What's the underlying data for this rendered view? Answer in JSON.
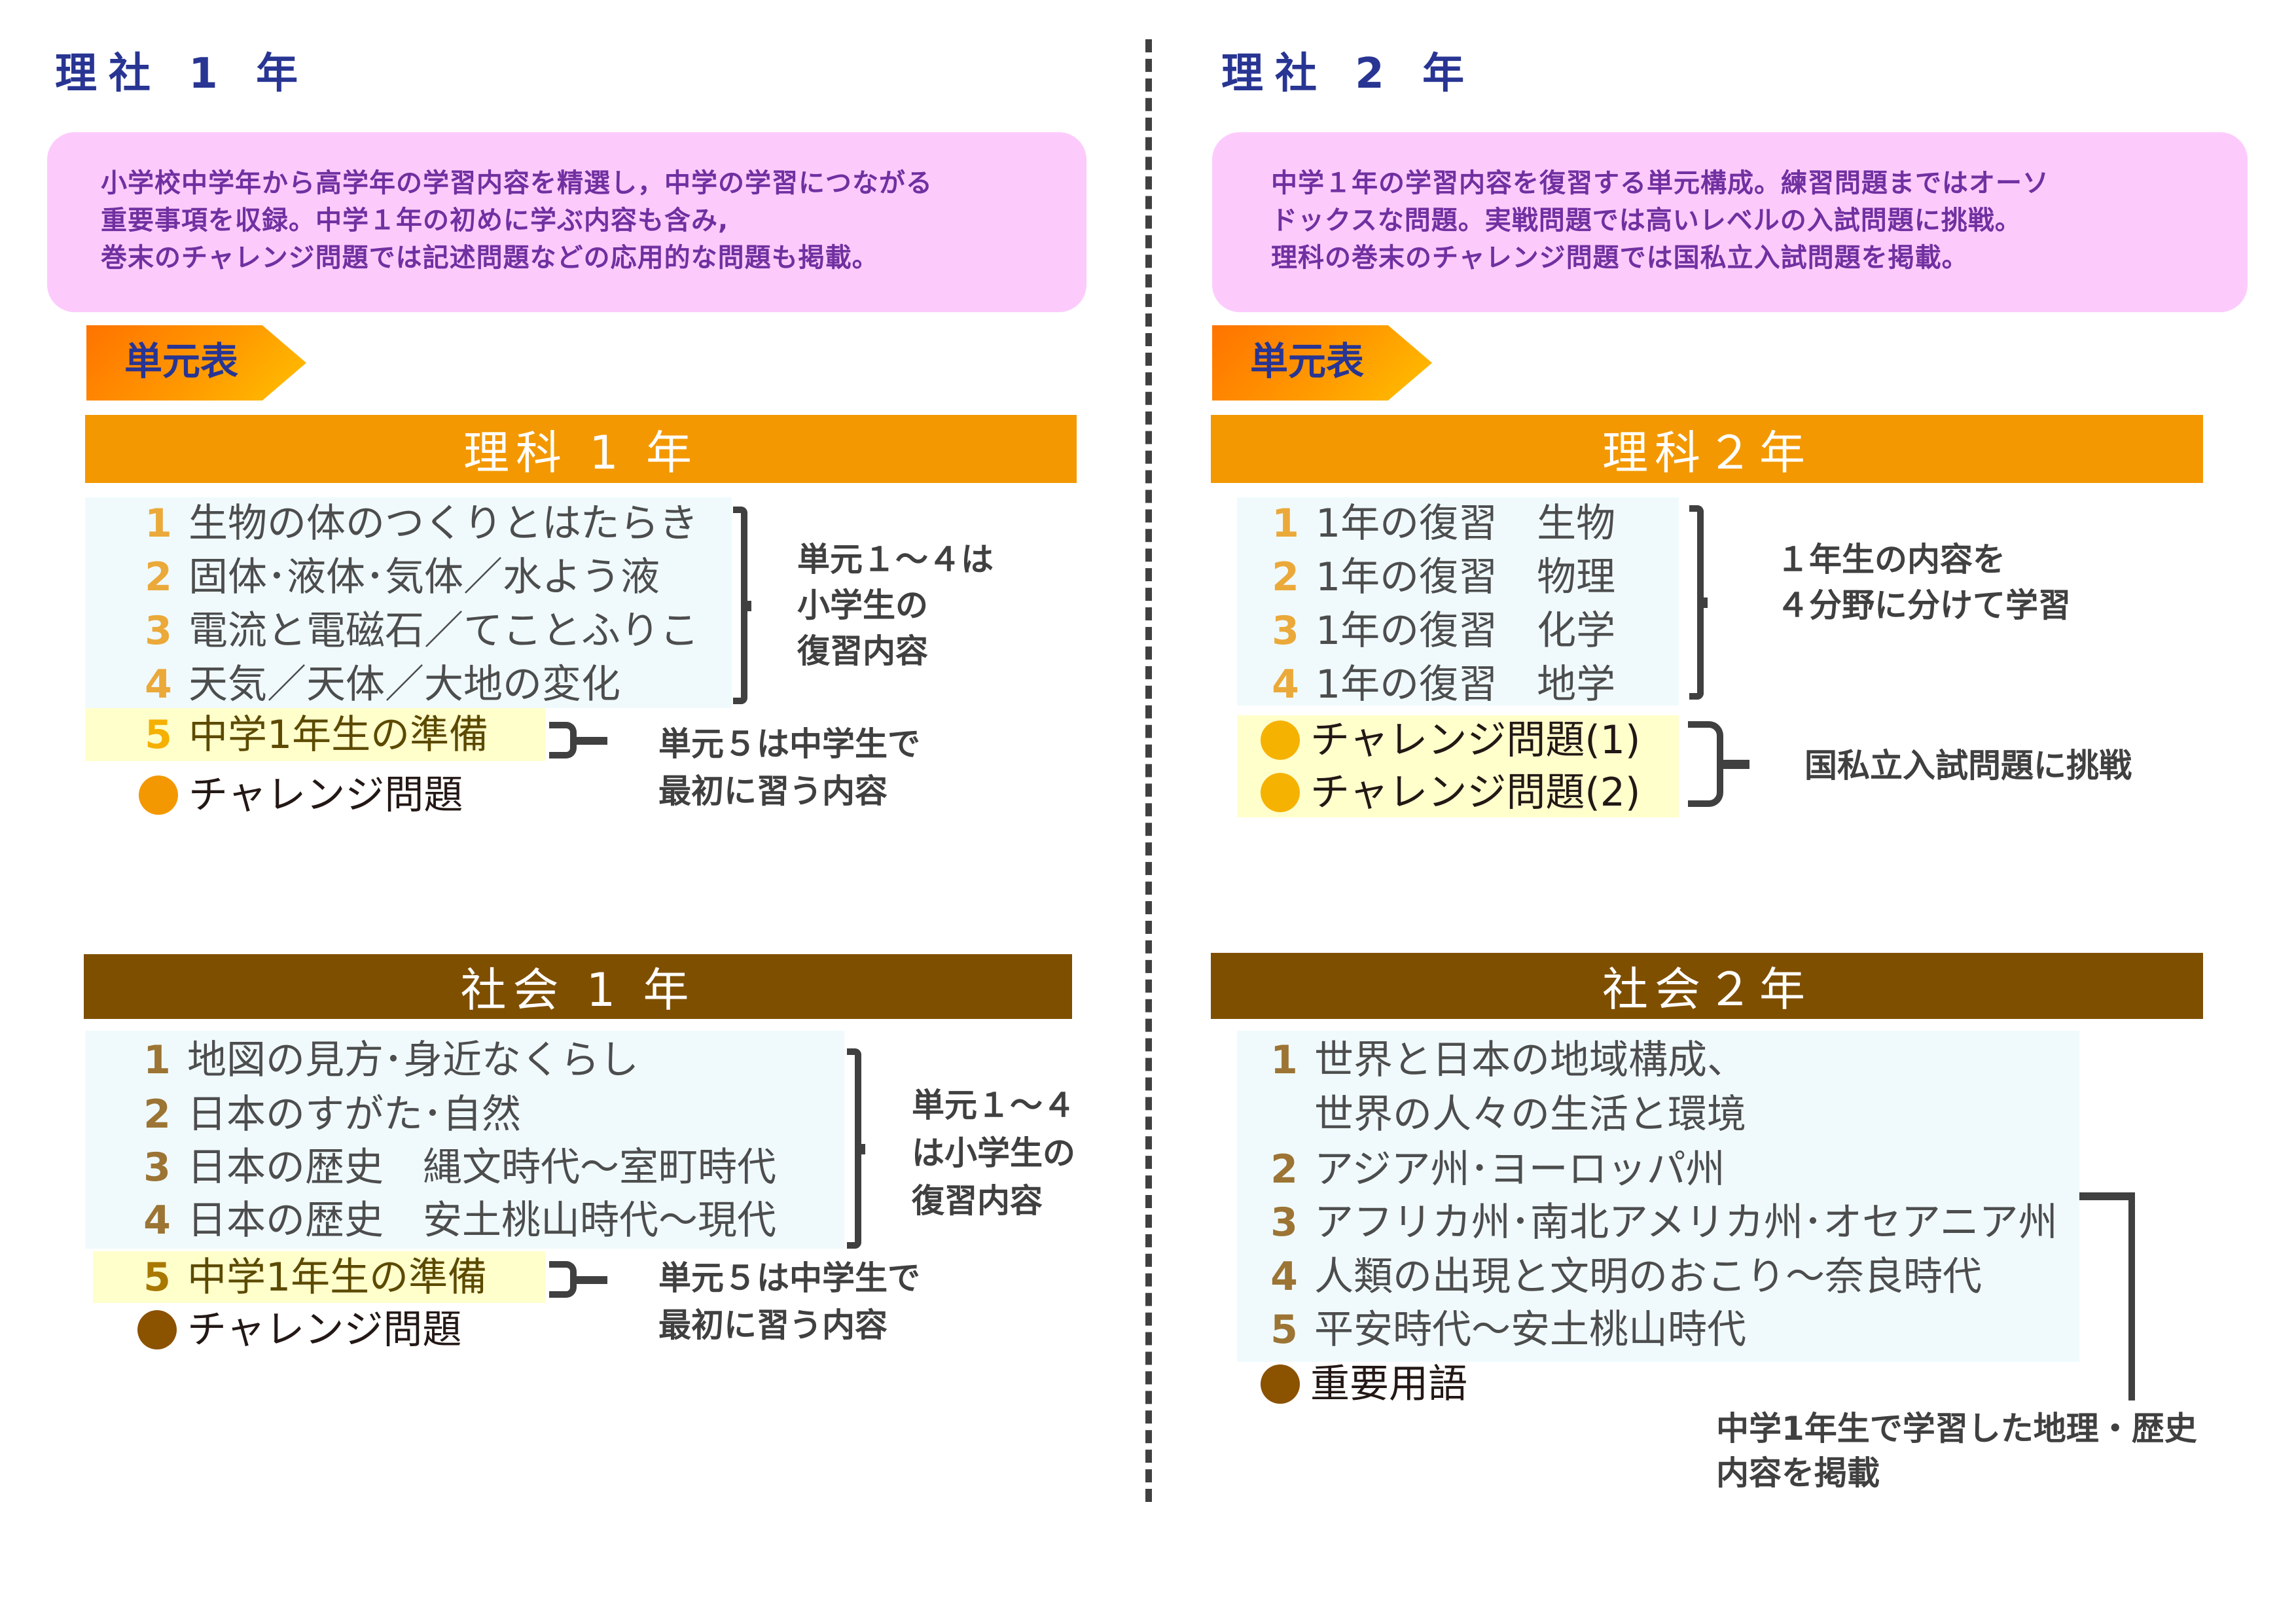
{
  "left": {
    "title": "理社 1 年",
    "description_lines": [
      "小学校中学年から高学年の学習内容を精選し，中学の学習につながる",
      "重要事項を収録。中学１年の初めに学ぶ内容も含み,",
      "巻末のチャレンジ問題では記述問題などの応用的な問題も掲載。"
    ],
    "unit_tag": "単元表",
    "science": {
      "header": "理科 1 年",
      "items": [
        {
          "num": "1",
          "label": "生物の体のつくりとはたらき"
        },
        {
          "num": "2",
          "label": "固体･液体･気体／水よう液"
        },
        {
          "num": "3",
          "label": "電流と電磁石／てことふりこ"
        },
        {
          "num": "4",
          "label": "天気／天体／大地の変化"
        },
        {
          "num": "5",
          "label": "中学1年生の準備"
        }
      ],
      "extra": {
        "bullet": "●",
        "label": "チャレンジ問題"
      },
      "note_1_4": [
        "単元１～４は",
        "小学生の",
        "復習内容"
      ],
      "note_5": [
        "単元５は中学生で",
        "最初に習う内容"
      ]
    },
    "social": {
      "header": "社会 1 年",
      "items": [
        {
          "num": "1",
          "label": "地図の見方･身近なくらし"
        },
        {
          "num": "2",
          "label": "日本のすがた･自然"
        },
        {
          "num": "3",
          "label": "日本の歴史　縄文時代～室町時代"
        },
        {
          "num": "4",
          "label": "日本の歴史　安土桃山時代～現代"
        },
        {
          "num": "5",
          "label": "中学1年生の準備"
        }
      ],
      "extra": {
        "bullet": "●",
        "label": "チャレンジ問題"
      },
      "note_1_4": [
        "単元１～４",
        "は小学生の",
        "復習内容"
      ],
      "note_5": [
        "単元５は中学生で",
        "最初に習う内容"
      ]
    }
  },
  "right": {
    "title": "理社 2 年",
    "description_lines": [
      "中学１年の学習内容を復習する単元構成。練習問題まではオーソ",
      "ドックスな問題。実戦問題では高いレベルの入試問題に挑戦。",
      "理科の巻末のチャレンジ問題では国私立入試問題を掲載。"
    ],
    "unit_tag": "単元表",
    "science": {
      "header": "理科２年",
      "items": [
        {
          "num": "1",
          "label": "1年の復習　生物"
        },
        {
          "num": "2",
          "label": "1年の復習　物理"
        },
        {
          "num": "3",
          "label": "1年の復習　化学"
        },
        {
          "num": "4",
          "label": "1年の復習　地学"
        }
      ],
      "extras": [
        {
          "bullet": "●",
          "label": "チャレンジ問題(1)"
        },
        {
          "bullet": "●",
          "label": "チャレンジ問題(2)"
        }
      ],
      "note_1_4": [
        "１年生の内容を",
        "４分野に分けて学習"
      ],
      "note_challenge": "国私立入試問題に挑戦"
    },
    "social": {
      "header": "社会２年",
      "items": [
        {
          "num": "1",
          "label": "世界と日本の地域構成、",
          "label2": "世界の人々の生活と環境"
        },
        {
          "num": "2",
          "label": "アジア州･ヨーロッパ州"
        },
        {
          "num": "3",
          "label": "アフリカ州･南北アメリカ州･オセアニア州"
        },
        {
          "num": "4",
          "label": "人類の出現と文明のおこり～奈良時代"
        },
        {
          "num": "5",
          "label": "平安時代～安土桃山時代"
        }
      ],
      "extra": {
        "bullet": "●",
        "label": "重要用語"
      },
      "note": [
        "中学1年生で学習した地理・歴史",
        "内容を掲載"
      ]
    }
  },
  "colors": {
    "title": "#283593",
    "pink_box": "#FCCBFC",
    "pink_text": "#7030A0",
    "science_bar": "#F39800",
    "social_bar": "#7F4F00",
    "list_bg": "#F0FAFD",
    "highlight_bg": "#FFFFCC",
    "science_num": "#EBA93A",
    "social_num": "#9C7434",
    "annotation": "#404040"
  }
}
